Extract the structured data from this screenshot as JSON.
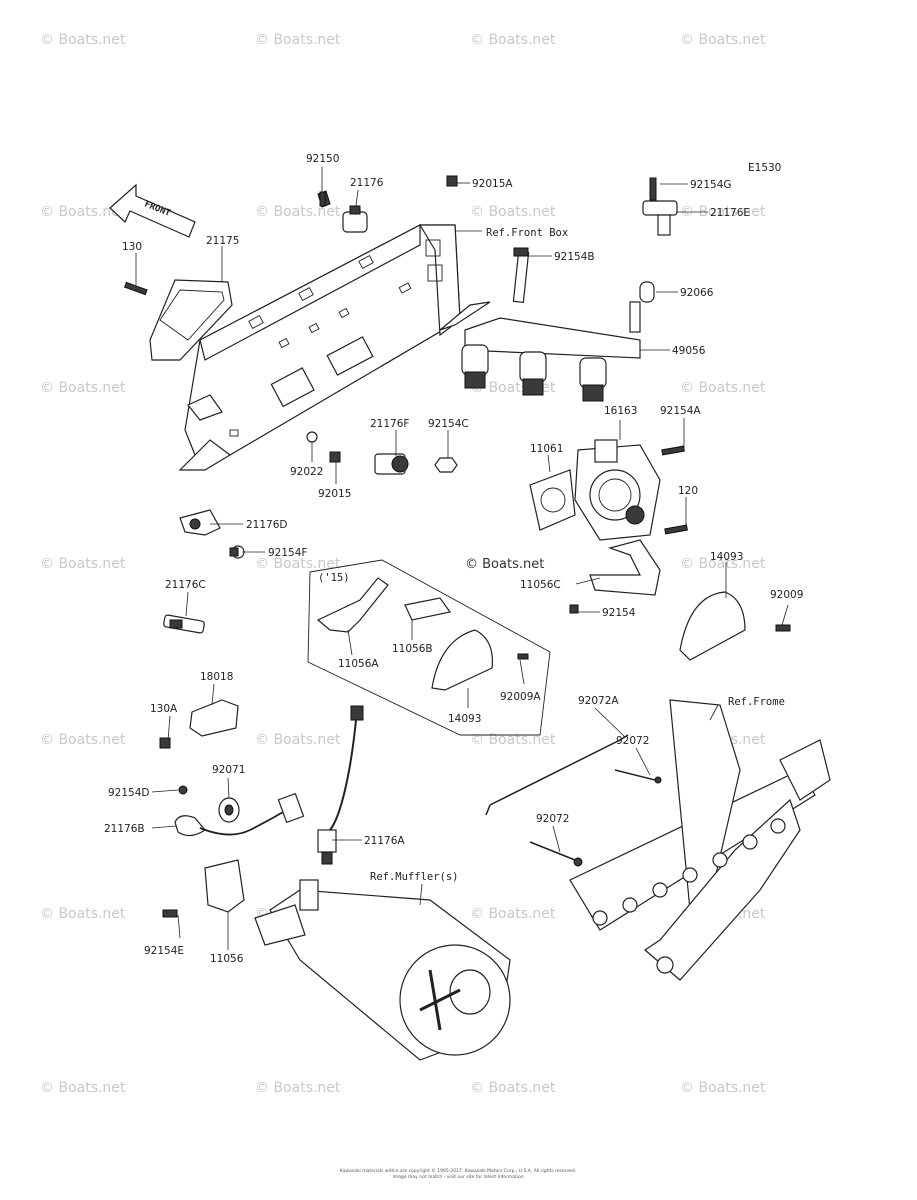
{
  "diagram_code": "E1530",
  "watermark": "© Boats.net",
  "center_watermark": "© Boats.net",
  "front_arrow_label": "FRONT",
  "year_label": "('15)",
  "refs": {
    "front_box": "Ref.Front Box",
    "frame": "Ref.Frome",
    "muffler": "Ref.Muffler(s)"
  },
  "parts": {
    "p92150": "92150",
    "p21176": "21176",
    "p92015A": "92015A",
    "p92154G": "92154G",
    "p21176E": "21176E",
    "p130": "130",
    "p21175": "21175",
    "p92154B": "92154B",
    "p92066": "92066",
    "p49056": "49056",
    "p16163": "16163",
    "p92154A": "92154A",
    "p21176F": "21176F",
    "p92154C": "92154C",
    "p11061": "11061",
    "p92022": "92022",
    "p92015": "92015",
    "p120": "120",
    "p21176D": "21176D",
    "p92154F": "92154F",
    "p14093": "14093",
    "p11056C": "11056C",
    "p92154": "92154",
    "p92009": "92009",
    "p21176C": "21176C",
    "p11056A": "11056A",
    "p11056B": "11056B",
    "p92009A": "92009A",
    "p14093b": "14093",
    "p18018": "18018",
    "p130A": "130A",
    "p92072A": "92072A",
    "p92072": "92072",
    "p92071": "92071",
    "p92154D": "92154D",
    "p21176B": "21176B",
    "p21176A": "21176A",
    "p92072b": "92072",
    "p92154E": "92154E",
    "p11056": "11056"
  },
  "copyright_line1": "Kawasaki materials within are copyright © 1995-2017, Kawasaki Motors Corp., U.S.A. All rights reserved.",
  "copyright_line2": "Image may not match - visit our site for latest information"
}
